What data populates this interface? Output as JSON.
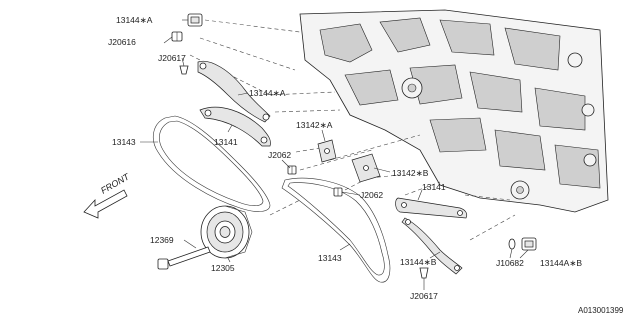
{
  "diagram_id": "A013001399",
  "front_label": "FRONT",
  "callouts": {
    "c13144a_top": "13144∗A",
    "c20616": "J20616",
    "c20617_top": "J20617",
    "c13144a_mid": "13144∗A",
    "c13143_left": "13143",
    "c13141_left": "13141",
    "c13142a": "13142∗A",
    "c2062_a": "J2062",
    "c13142b": "13142∗B",
    "c2062_b": "J2062",
    "c13141_right": "13141",
    "c12369": "12369",
    "c12305": "12305",
    "c13143_bottom": "13143",
    "c13144b": "13144∗B",
    "c10682": "J10682",
    "c13144ab": "13144A∗B",
    "c20617_bottom": "J20617"
  }
}
